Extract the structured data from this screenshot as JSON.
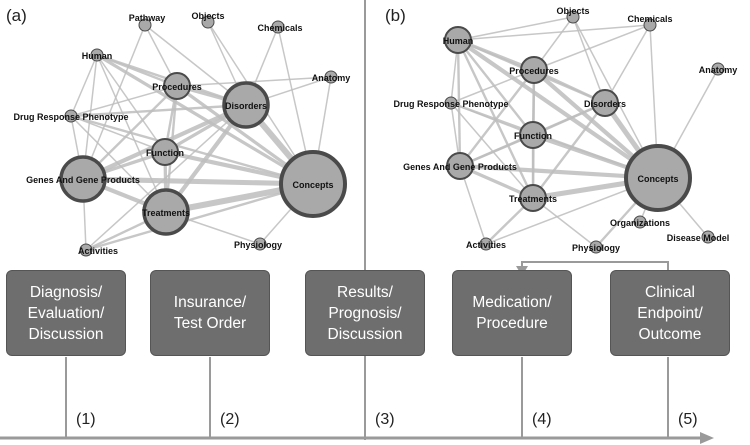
{
  "panels": [
    {
      "label": "(a)",
      "nodes": [
        {
          "id": "pathway",
          "label": "Pathway",
          "size": "small"
        },
        {
          "id": "objects",
          "label": "Objects",
          "size": "small"
        },
        {
          "id": "chemicals",
          "label": "Chemicals",
          "size": "small"
        },
        {
          "id": "human",
          "label": "Human",
          "size": "small"
        },
        {
          "id": "anatomy",
          "label": "Anatomy",
          "size": "small"
        },
        {
          "id": "procedures",
          "label": "Procedures",
          "size": "medium"
        },
        {
          "id": "disorders",
          "label": "Disorders",
          "size": "large"
        },
        {
          "id": "drug",
          "label": "Drug Response Phenotype",
          "size": "small"
        },
        {
          "id": "function",
          "label": "Function",
          "size": "medium"
        },
        {
          "id": "genes",
          "label": "Genes And Gene Products",
          "size": "large"
        },
        {
          "id": "concepts",
          "label": "Concepts",
          "size": "xlarge"
        },
        {
          "id": "treatments",
          "label": "Treatments",
          "size": "large"
        },
        {
          "id": "physiology",
          "label": "Physiology",
          "size": "small"
        },
        {
          "id": "activities",
          "label": "Activities",
          "size": "small"
        }
      ]
    },
    {
      "label": "(b)",
      "nodes": [
        {
          "id": "objects",
          "label": "Objects",
          "size": "small"
        },
        {
          "id": "chemicals",
          "label": "Chemicals",
          "size": "small"
        },
        {
          "id": "human",
          "label": "Human",
          "size": "medium"
        },
        {
          "id": "procedures",
          "label": "Procedures",
          "size": "medium"
        },
        {
          "id": "anatomy",
          "label": "Anatomy",
          "size": "small"
        },
        {
          "id": "drug",
          "label": "Drug Response Phenotype",
          "size": "small"
        },
        {
          "id": "disorders",
          "label": "Disorders",
          "size": "medium"
        },
        {
          "id": "function",
          "label": "Function",
          "size": "medium"
        },
        {
          "id": "genes",
          "label": "Genes And Gene Products",
          "size": "medium"
        },
        {
          "id": "concepts",
          "label": "Concepts",
          "size": "xlarge"
        },
        {
          "id": "treatments",
          "label": "Treatments",
          "size": "medium"
        },
        {
          "id": "organizations",
          "label": "Organizations",
          "size": "small"
        },
        {
          "id": "activities",
          "label": "Activities",
          "size": "small"
        },
        {
          "id": "physiology",
          "label": "Physiology",
          "size": "small"
        },
        {
          "id": "disease_model",
          "label": "Disease Model",
          "size": "small"
        }
      ]
    }
  ],
  "stages": [
    {
      "lines": [
        "Diagnosis/",
        "Evaluation/",
        "Discussion"
      ],
      "step": "(1)"
    },
    {
      "lines": [
        "Insurance/",
        "Test Order"
      ],
      "step": "(2)"
    },
    {
      "lines": [
        "Results/",
        "Prognosis/",
        "Discussion"
      ],
      "step": "(3)"
    },
    {
      "lines": [
        "Medication/",
        "Procedure"
      ],
      "step": "(4)"
    },
    {
      "lines": [
        "Clinical",
        "Endpoint/",
        "Outcome"
      ],
      "step": "(5)"
    }
  ],
  "colors": {
    "box": "#6e6e6e",
    "node": "#a9a9a9",
    "node_stroke": "#4a4a4a",
    "edge": "#bdbdbd",
    "axis": "#9a9a9a"
  }
}
